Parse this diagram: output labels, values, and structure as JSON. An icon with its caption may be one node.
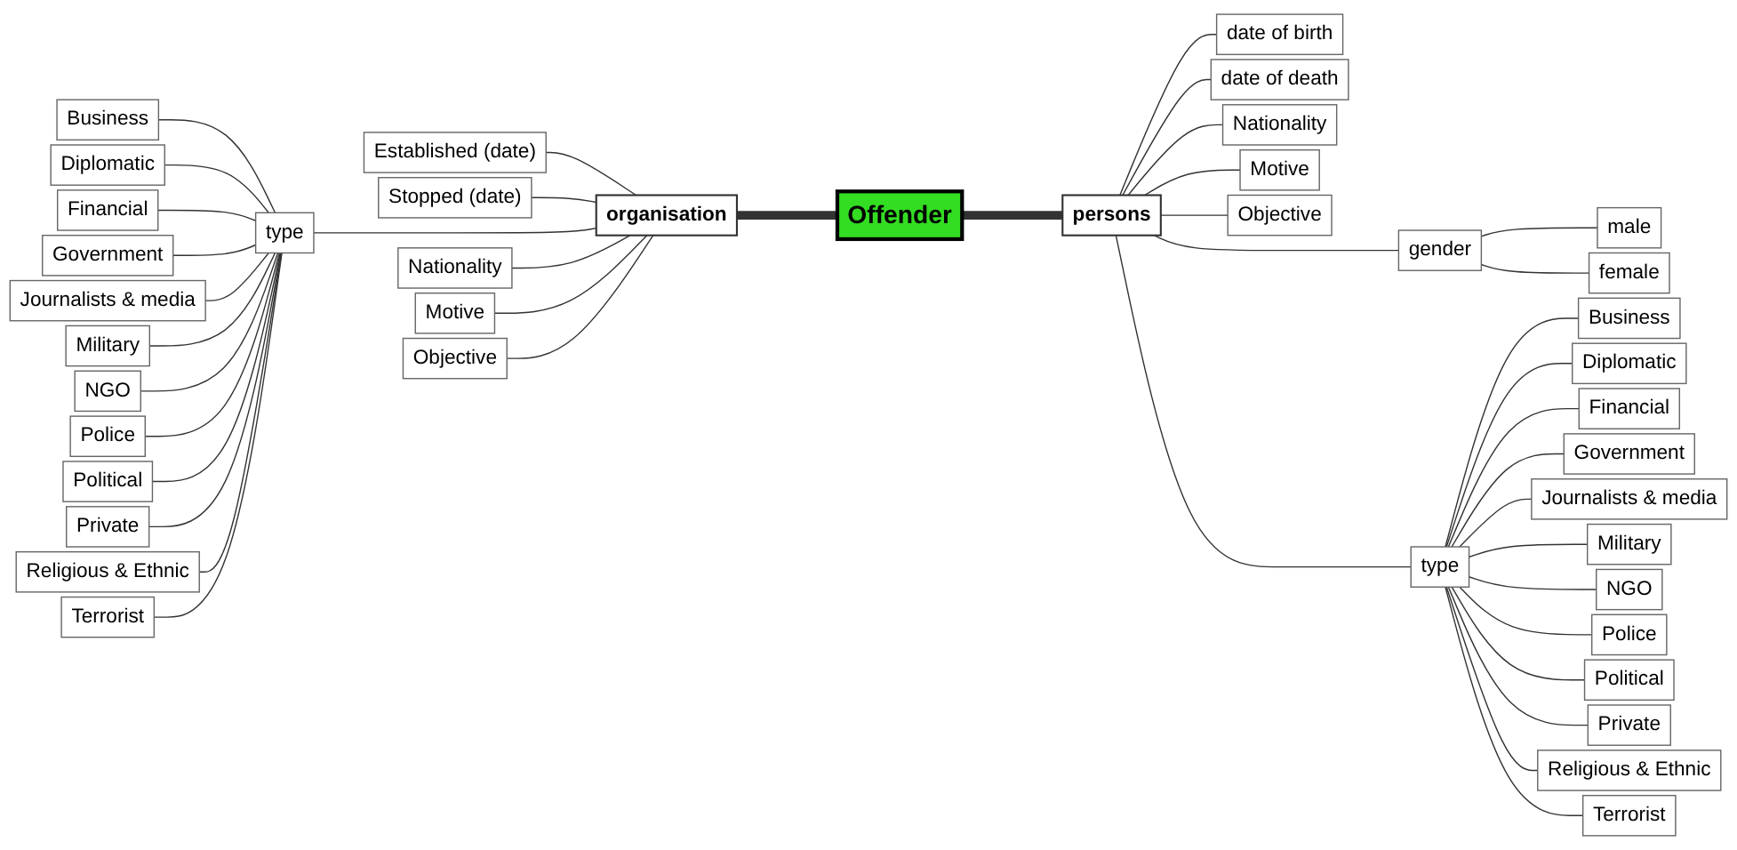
{
  "diagram": {
    "nodes": [
      {
        "text": [
          "Offender"
        ]
      },
      {
        "text": [
          "organisation"
        ]
      },
      {
        "text": [
          "Established (date)"
        ]
      },
      {
        "text": [
          "Stopped (date)"
        ]
      },
      {
        "text": [
          "type"
        ]
      },
      {
        "text": [
          "Business"
        ]
      },
      {
        "text": [
          "Diplomatic"
        ]
      },
      {
        "text": [
          "Financial"
        ]
      },
      {
        "text": [
          "Government"
        ]
      },
      {
        "text": [
          "Journalists & media"
        ]
      },
      {
        "text": [
          "Military"
        ]
      },
      {
        "text": [
          "NGO"
        ]
      },
      {
        "text": [
          "Police"
        ]
      },
      {
        "text": [
          "Political"
        ]
      },
      {
        "text": [
          "Private"
        ]
      },
      {
        "text": [
          "Religious & Ethnic"
        ]
      },
      {
        "text": [
          "Terrorist"
        ]
      },
      {
        "text": [
          "Nationality"
        ]
      },
      {
        "text": [
          "Motive"
        ]
      },
      {
        "text": [
          "Objective"
        ]
      },
      {
        "text": [
          "persons"
        ]
      },
      {
        "text": [
          "gender"
        ]
      },
      {
        "text": [
          "male"
        ]
      },
      {
        "text": [
          "female"
        ]
      },
      {
        "text": [
          "date of birth"
        ]
      },
      {
        "text": [
          "date of death"
        ]
      },
      {
        "text": [
          "type"
        ]
      },
      {
        "text": [
          "Business"
        ]
      },
      {
        "text": [
          "Diplomatic"
        ]
      },
      {
        "text": [
          "Financial"
        ]
      },
      {
        "text": [
          "Government"
        ]
      },
      {
        "text": [
          "Journalists & media"
        ]
      },
      {
        "text": [
          "Military"
        ]
      },
      {
        "text": [
          "NGO"
        ]
      },
      {
        "text": [
          "Police"
        ]
      },
      {
        "text": [
          "Political"
        ]
      },
      {
        "text": [
          "Private"
        ]
      },
      {
        "text": [
          "Religious & Ethnic"
        ]
      },
      {
        "text": [
          "Terrorist"
        ]
      },
      {
        "text": [
          "Nationality"
        ]
      },
      {
        "text": [
          "Motive"
        ]
      },
      {
        "text": [
          "Objective"
        ]
      }
    ],
    "edges": [
      {
        "from": 1,
        "to": 0,
        "arrow": "none",
        "style": "thick"
      },
      {
        "from": 2,
        "to": 1,
        "arrow": "none"
      },
      {
        "from": 3,
        "to": 1,
        "arrow": "none"
      },
      {
        "from": 4,
        "to": 1,
        "arrow": "none"
      },
      {
        "from": 5,
        "to": 4,
        "arrow": "none"
      },
      {
        "from": 6,
        "to": 4,
        "arrow": "none"
      },
      {
        "from": 7,
        "to": 4,
        "arrow": "none"
      },
      {
        "from": 8,
        "to": 4,
        "arrow": "none"
      },
      {
        "from": 9,
        "to": 4,
        "arrow": "none"
      },
      {
        "from": 10,
        "to": 4,
        "arrow": "none"
      },
      {
        "from": 11,
        "to": 4,
        "arrow": "none"
      },
      {
        "from": 12,
        "to": 4,
        "arrow": "none"
      },
      {
        "from": 13,
        "to": 4,
        "arrow": "none"
      },
      {
        "from": 14,
        "to": 4,
        "arrow": "none"
      },
      {
        "from": 15,
        "to": 4,
        "arrow": "none"
      },
      {
        "from": 16,
        "to": 4,
        "arrow": "none"
      },
      {
        "from": 17,
        "to": 1,
        "arrow": "none"
      },
      {
        "from": 18,
        "to": 1,
        "arrow": "none"
      },
      {
        "from": 19,
        "to": 1,
        "arrow": "none"
      },
      {
        "from": 0,
        "to": 20,
        "arrow": "none",
        "style": "thick"
      },
      {
        "from": 20,
        "to": 21,
        "arrow": "none"
      },
      {
        "from": 21,
        "to": 22,
        "arrow": "none"
      },
      {
        "from": 21,
        "to": 23,
        "arrow": "none"
      },
      {
        "from": 20,
        "to": 24,
        "arrow": "none"
      },
      {
        "from": 20,
        "to": 25,
        "arrow": "none"
      },
      {
        "from": 20,
        "to": 26,
        "arrow": "none"
      },
      {
        "from": 26,
        "to": 27,
        "arrow": "none"
      },
      {
        "from": 26,
        "to": 28,
        "arrow": "none"
      },
      {
        "from": 26,
        "to": 29,
        "arrow": "none"
      },
      {
        "from": 26,
        "to": 30,
        "arrow": "none"
      },
      {
        "from": 26,
        "to": 31,
        "arrow": "none"
      },
      {
        "from": 26,
        "to": 32,
        "arrow": "none"
      },
      {
        "from": 26,
        "to": 33,
        "arrow": "none"
      },
      {
        "from": 26,
        "to": 34,
        "arrow": "none"
      },
      {
        "from": 26,
        "to": 35,
        "arrow": "none"
      },
      {
        "from": 26,
        "to": 36,
        "arrow": "none"
      },
      {
        "from": 26,
        "to": 37,
        "arrow": "none"
      },
      {
        "from": 26,
        "to": 38,
        "arrow": "none"
      },
      {
        "from": 20,
        "to": 39,
        "arrow": "none"
      },
      {
        "from": 20,
        "to": 40,
        "arrow": "none"
      },
      {
        "from": 20,
        "to": 41,
        "arrow": "none"
      }
    ]
  }
}
